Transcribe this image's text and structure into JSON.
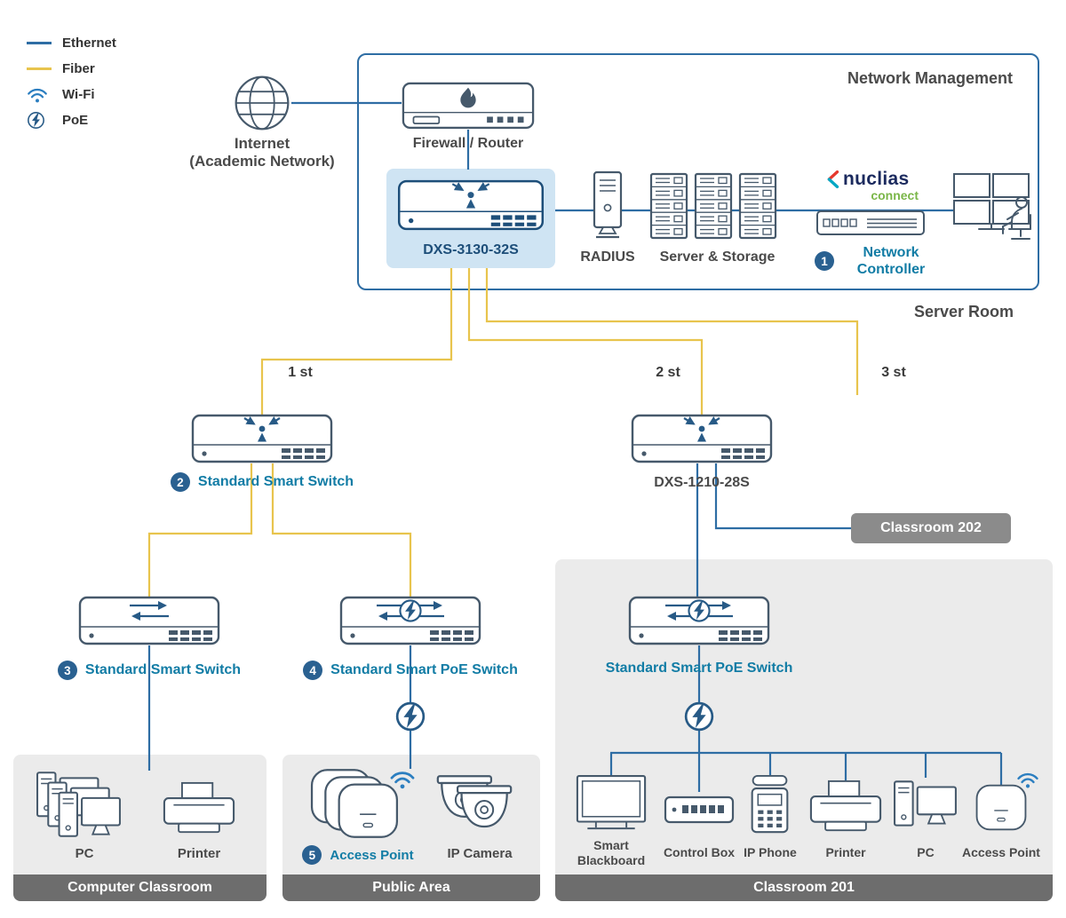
{
  "colors": {
    "ethernet": "#2e6da4",
    "fiber": "#e8c44d",
    "wifi_blue": "#2b7ec0",
    "teal_text": "#117ca5",
    "label_gray": "#4a4a4a",
    "device_stroke": "#46596b",
    "icon_accent": "#275a86",
    "badge_bg": "#2a6191",
    "panel_highlight": "#cfe4f3",
    "box_border": "#2e6da4",
    "area_bg": "#ebebeb",
    "bar_bg": "#6d6d6d",
    "badge_gray": "#8b8b8b",
    "core_accent": "#1d4e79",
    "nuclias_navy": "#1b2a5e",
    "nuclias_green": "#7ab648",
    "nuclias_red": "#e6392e",
    "nuclias_teal": "#00a7c4"
  },
  "legend": {
    "items": [
      {
        "label": "Ethernet"
      },
      {
        "label": "Fiber"
      },
      {
        "label": "Wi-Fi"
      },
      {
        "label": "PoE"
      }
    ]
  },
  "server_room": {
    "box_title": "Network Management",
    "room_label": "Server Room",
    "internet_line1": "Internet",
    "internet_line2": "(Academic Network)",
    "firewall_label": "Firewall / Router",
    "core_switch_label": "DXS-3130-32S",
    "radius_label": "RADIUS",
    "storage_label": "Server & Storage",
    "controller_badge": "1",
    "controller_line1": "Network",
    "controller_line2": "Controller",
    "nuclias": {
      "brand": "nuclias",
      "sub": "connect"
    }
  },
  "floors": {
    "f1": "1 st",
    "f2": "2 st",
    "f3": "3 st"
  },
  "distribution": {
    "switch2_badge": "2",
    "switch2_label": "Standard Smart Switch",
    "dxs1210_label": "DXS-1210-28S",
    "classroom202_label": "Classroom 202"
  },
  "access": {
    "switch3_badge": "3",
    "switch3_label": "Standard Smart Switch",
    "switch4_badge": "4",
    "switch4_label": "Standard Smart PoE Switch",
    "classroom_poe_label": "Standard Smart PoE Switch"
  },
  "areas": {
    "computer_classroom": {
      "title": "Computer Classroom",
      "pc_label": "PC",
      "printer_label": "Printer"
    },
    "public_area": {
      "title": "Public Area",
      "ap_badge": "5",
      "ap_label": "Access Point",
      "camera_label": "IP Camera"
    },
    "classroom201": {
      "title": "Classroom 201",
      "devices": [
        "Smart Blackboard",
        "Control Box",
        "IP Phone",
        "Printer",
        "PC",
        "Access Point"
      ]
    }
  }
}
